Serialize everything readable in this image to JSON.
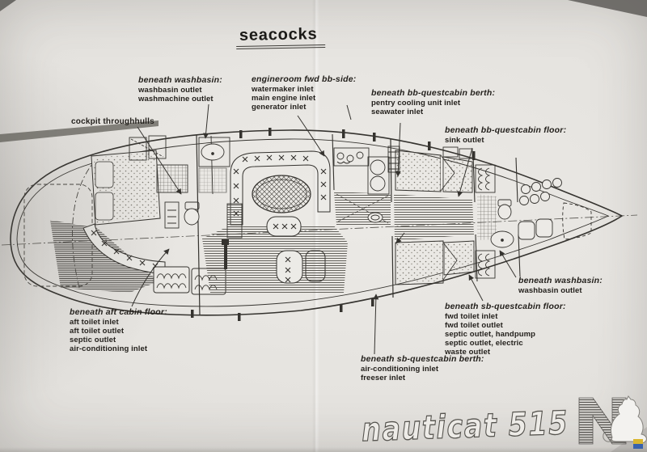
{
  "title": "seacocks",
  "boat_model": "nauticat 515",
  "logo": {
    "letter": "N",
    "description": "nauticat N with cat"
  },
  "annotations": [
    {
      "id": "washbasin-aft",
      "title": "beneath washbasin:",
      "items": [
        "washbasin outlet",
        "washmachine outlet"
      ]
    },
    {
      "id": "cockpit",
      "title": "cockpit throughhulls",
      "items": []
    },
    {
      "id": "engineroom",
      "title": "engineroom fwd bb-side:",
      "items": [
        "watermaker inlet",
        "main engine inlet",
        "generator inlet"
      ]
    },
    {
      "id": "bb-berth",
      "title": "beneath bb-questcabin berth:",
      "items": [
        "pentry cooling unit inlet",
        "seawater inlet"
      ]
    },
    {
      "id": "bb-floor",
      "title": "beneath bb-questcabin floor:",
      "items": [
        "sink outlet"
      ]
    },
    {
      "id": "washbasin-fwd",
      "title": "beneath washbasin:",
      "items": [
        "washbasin outlet"
      ]
    },
    {
      "id": "aft-cabin-floor",
      "title": "beneath aft cabin floor:",
      "items": [
        "aft toilet inlet",
        "aft toilet outlet",
        "septic outlet",
        "air-conditioning inlet"
      ]
    },
    {
      "id": "sb-floor",
      "title": "beneath sb-questcabin floor:",
      "items": [
        "fwd toilet inlet",
        "fwd toilet outlet",
        "septic outlet, handpump",
        "septic outlet, electric",
        "waste outlet"
      ]
    },
    {
      "id": "sb-berth",
      "title": "beneath sb-questcabin berth:",
      "items": [
        "air-conditioning inlet",
        "freeser inlet"
      ]
    }
  ],
  "colors": {
    "paper": "#e4e2de",
    "ink": "#35332f",
    "flag_yellow": "#d9b62f",
    "flag_blue": "#3862ae"
  }
}
